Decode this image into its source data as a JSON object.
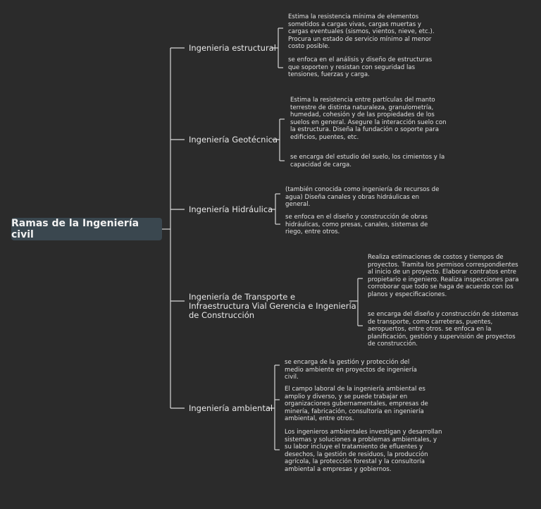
{
  "root": {
    "label": "Ramas de la Ingeniería civil"
  },
  "branches": [
    {
      "label": "Ingenieria estructural",
      "details": [
        "Estima la resistencia mínima de elementos sometidos a cargas vivas, cargas muertas y cargas eventuales (sismos, vientos, nieve, etc.). Procura un estado de servicio mínimo al menor costo posible.",
        "se enfoca en el análisis y diseño de estructuras que soporten y resistan con seguridad las tensiones, fuerzas y carga."
      ]
    },
    {
      "label": "Ingeniería Geotécnica",
      "details": [
        "Estima la resistencia entre partículas del manto terrestre de distinta naturaleza, granulometría, humedad, cohesión y de las propiedades de los suelos en general. Asegure la interacción suelo con la estructura. Diseña la fundación o soporte para edificios, puentes, etc.",
        "se encarga del estudio del suelo, los cimientos y la capacidad de carga."
      ]
    },
    {
      "label": "Ingeniería Hidráulica",
      "details": [
        "(también conocida como ingeniería de recursos de agua) Diseña canales y obras hidráulicas en general.",
        "se enfoca en el diseño y construcción de obras hidráulicas, como presas, canales, sistemas de riego, entre otros."
      ]
    },
    {
      "label_lines": [
        "Ingeniería de Transporte e",
        "Infraestructura Vial Gerencia e Ingeniería",
        "de Construcción"
      ],
      "details": [
        "Realiza estimaciones de costos y tiempos de proyectos. Tramita los permisos correspondientes al inicio de un proyecto. Elaborar contratos entre propietario e ingeniero. Realiza inspecciones para corroborar que todo se haga de acuerdo con los planos y especificaciones.",
        "se encarga del diseño y construcción de sistemas de transporte, como carreteras, puentes, aeropuertos, entre otros. se enfoca en la planificación, gestión y supervisión de proyectos de construcción."
      ]
    },
    {
      "label": "Ingeniería ambiental",
      "details": [
        "se encarga de la gestión y protección del medio ambiente en proyectos de ingeniería civil.",
        "El campo laboral de la ingeniería ambiental es amplio y diverso, y se puede trabajar en organizaciones gubernamentales, empresas de minería, fabricación, consultoría en ingeniería ambiental, entre otros.",
        "Los ingenieros ambientales investigan y desarrollan sistemas y soluciones a problemas ambientales, y su labor incluye el tratamiento de efluentes y desechos, la gestión de residuos, la producción agrícola, la protección forestal y la consultoría ambiental a empresas y gobiernos."
      ]
    }
  ]
}
